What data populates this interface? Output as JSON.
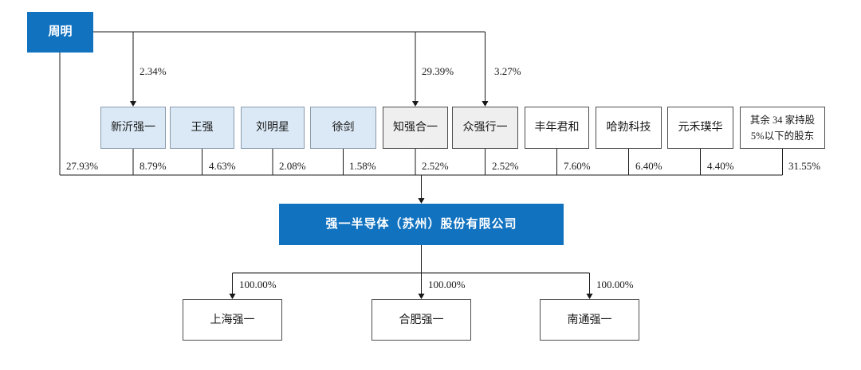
{
  "colors": {
    "primary_blue": "#1172c0",
    "light_blue_fill": "#dbe9f6",
    "gray_fill": "#efefef",
    "white_fill": "#ffffff",
    "line_color": "#1a1a1a"
  },
  "diagram": {
    "root": {
      "label": "周明",
      "pct": "27.93%"
    },
    "top_edges": [
      {
        "target": "新沂强一",
        "pct": "2.34%"
      },
      {
        "target": "知强合一",
        "pct": "29.39%"
      },
      {
        "target": "众强行一",
        "pct": "3.27%"
      }
    ],
    "shareholders": [
      {
        "label": "新沂强一",
        "pct": "8.79%"
      },
      {
        "label": "王强",
        "pct": "4.63%"
      },
      {
        "label": "刘明星",
        "pct": "2.08%"
      },
      {
        "label": "徐剑",
        "pct": "1.58%"
      },
      {
        "label": "知强合一",
        "pct": "2.52%"
      },
      {
        "label": "众强行一",
        "pct": "2.52%"
      },
      {
        "label": "丰年君和",
        "pct": "7.60%"
      },
      {
        "label": "哈勃科技",
        "pct": "6.40%"
      },
      {
        "label": "元禾璞华",
        "pct": "4.40%"
      },
      {
        "label_lines": [
          "其余 34 家持股",
          "5%以下的股东"
        ],
        "pct": "31.55%"
      }
    ],
    "company": {
      "label": "强一半导体（苏州）股份有限公司"
    },
    "subsidiaries": [
      {
        "label": "上海强一",
        "pct": "100.00%"
      },
      {
        "label": "合肥强一",
        "pct": "100.00%"
      },
      {
        "label": "南通强一",
        "pct": "100.00%"
      }
    ]
  }
}
